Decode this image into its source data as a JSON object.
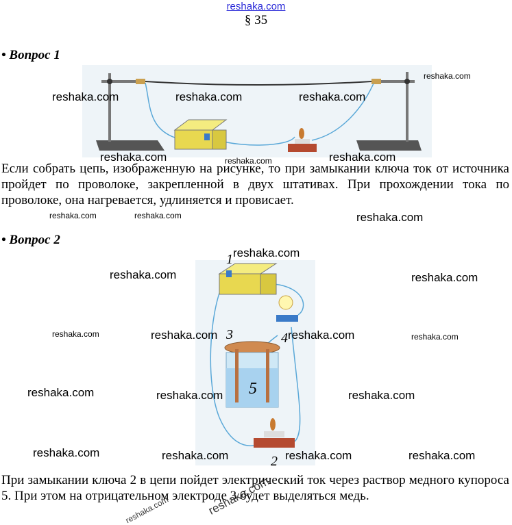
{
  "header": {
    "site": "reshaka.com",
    "section": "§ 35"
  },
  "question1": {
    "heading": "• Вопрос 1",
    "answer": "Если собрать цепь, изображенную на рисунке, то при замыкании ключа ток от источника пройдет по проволоке, закрепленной в двух штативах. При прохождении тока по проволоке, она нагревается, удлиняется и провисает."
  },
  "question2": {
    "heading": "• Вопрос 2",
    "figure_labels": {
      "source": "1",
      "key": "2",
      "electrode": "3",
      "lamp": "4",
      "solution": "5"
    },
    "answer": "При замыкании ключа 2 в цепи пойдет электрический ток через раствор медного купороса 5. При этом на отрицательном электроде 3 будет выделяться медь."
  },
  "watermarks": {
    "w01": "reshaka.com",
    "w02": "reshaka.com",
    "w03": "reshaka.com",
    "w04": "reshaka.com",
    "w05": "reshaka.com",
    "w06": "reshaka.com",
    "w07": "reshaka.com",
    "w08": "reshaka.com",
    "w09": "reshaka.com",
    "w10": "reshaka.com",
    "w11": "reshaka.com",
    "w12": "reshaka.com",
    "w13": "reshaka.com",
    "w14": "reshaka.com",
    "w15": "reshaka.com",
    "w16": "reshaka.com",
    "w17": "reshaka.com",
    "w18": "reshaka.com",
    "w19": "reshaka.com",
    "w20": "reshaka.com",
    "w21": "reshaka.com",
    "w22": "reshaka.com",
    "w23": "reshaka.com",
    "w24": "reshaka.com",
    "w25": "reshaka.com",
    "w26": "reshaka.com"
  }
}
